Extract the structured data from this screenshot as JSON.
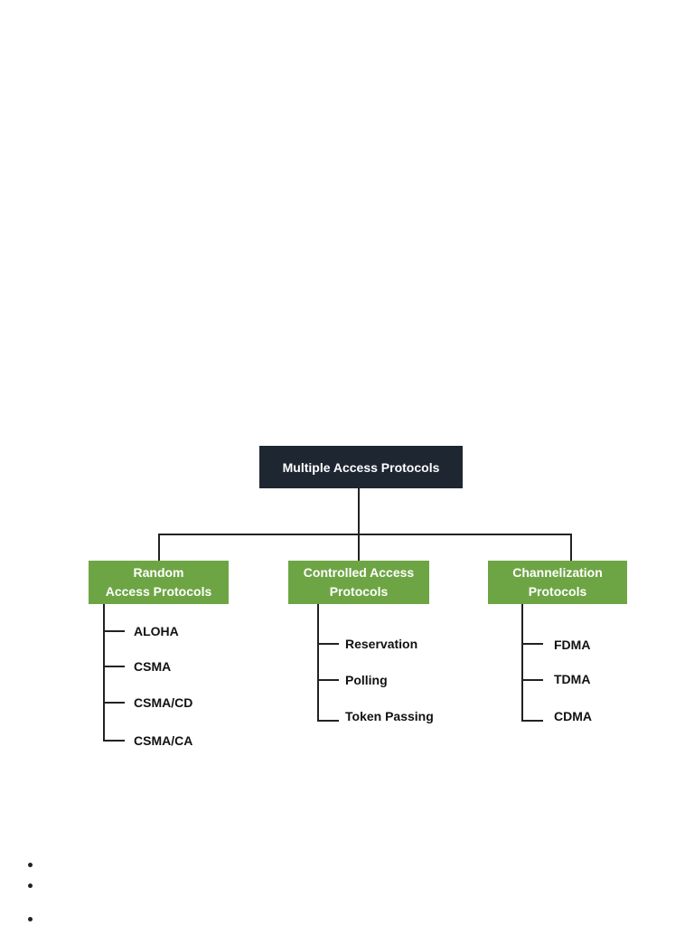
{
  "colors": {
    "root_fill": "#1e2632",
    "category_fill": "#6ea544",
    "line": "#222222"
  },
  "diagram": {
    "root": {
      "label": "Multiple Access Protocols"
    },
    "categories": [
      {
        "label": "Random\nAccess Protocols",
        "items": [
          "ALOHA",
          "CSMA",
          "CSMA/CD",
          "CSMA/CA"
        ]
      },
      {
        "label": "Controlled Access\nProtocols",
        "items": [
          "Reservation",
          "Polling",
          "Token Passing"
        ]
      },
      {
        "label": "Channelization\nProtocols",
        "items": [
          "FDMA",
          "TDMA",
          "CDMA"
        ]
      }
    ]
  }
}
